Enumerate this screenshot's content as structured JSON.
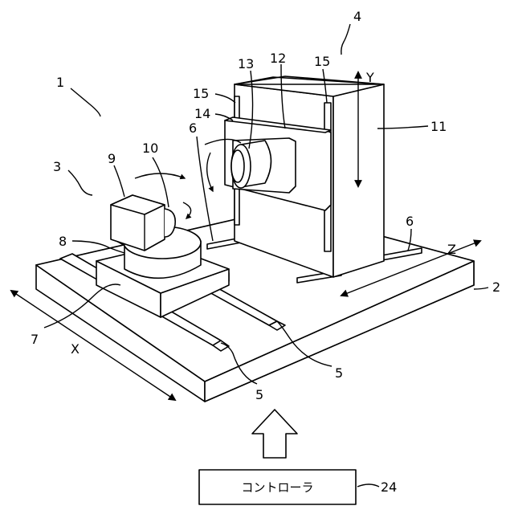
{
  "labels": {
    "l1": "1",
    "l2": "2",
    "l3": "3",
    "l4": "4",
    "l5a": "5",
    "l5b": "5",
    "l6a": "6",
    "l6b": "6",
    "l7": "7",
    "l8": "8",
    "l9": "9",
    "l10": "10",
    "l11": "11",
    "l12": "12",
    "l13": "13",
    "l14": "14",
    "l15a": "15",
    "l15b": "15",
    "l24": "24"
  },
  "axes": {
    "x": "X",
    "y": "Y",
    "z": "Z"
  },
  "controller": {
    "label": "コントローラ"
  }
}
